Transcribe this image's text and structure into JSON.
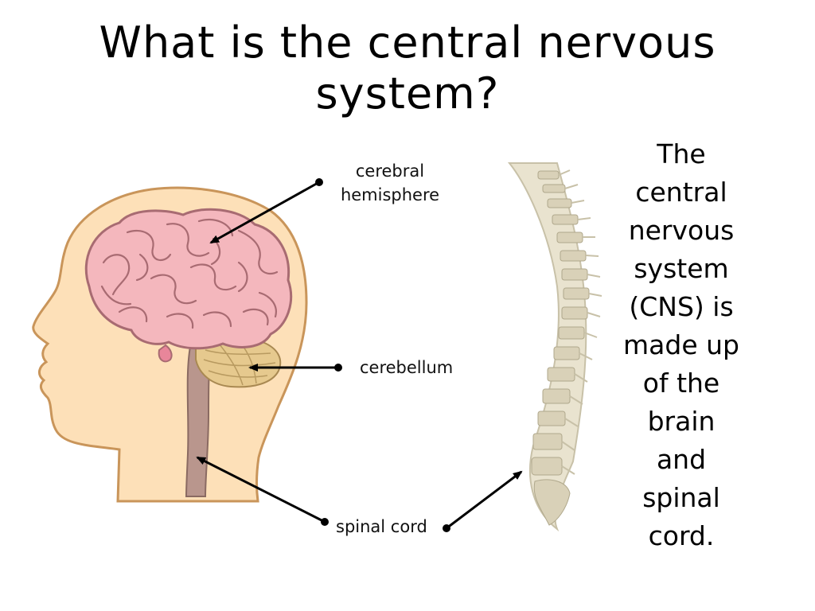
{
  "title": {
    "line1": "What is the central nervous",
    "line2": "system?"
  },
  "labels": {
    "cerebral_line1": "cerebral",
    "cerebral_line2": "hemisphere",
    "cerebellum": "cerebellum",
    "spinal_cord": "spinal cord"
  },
  "description": {
    "lines": [
      "The",
      "central",
      "nervous",
      "system",
      "(CNS) is",
      "made up",
      "of the",
      "brain",
      "and",
      "spinal",
      "cord."
    ]
  },
  "colors": {
    "skin": "#fde0b8",
    "skin_outline": "#c9955a",
    "brain": "#f4b7bd",
    "brain_outline": "#a86b72",
    "cerebellum": "#e6c98e",
    "spinal_cord": "#b9968d",
    "bone": "#e9e3cf"
  }
}
